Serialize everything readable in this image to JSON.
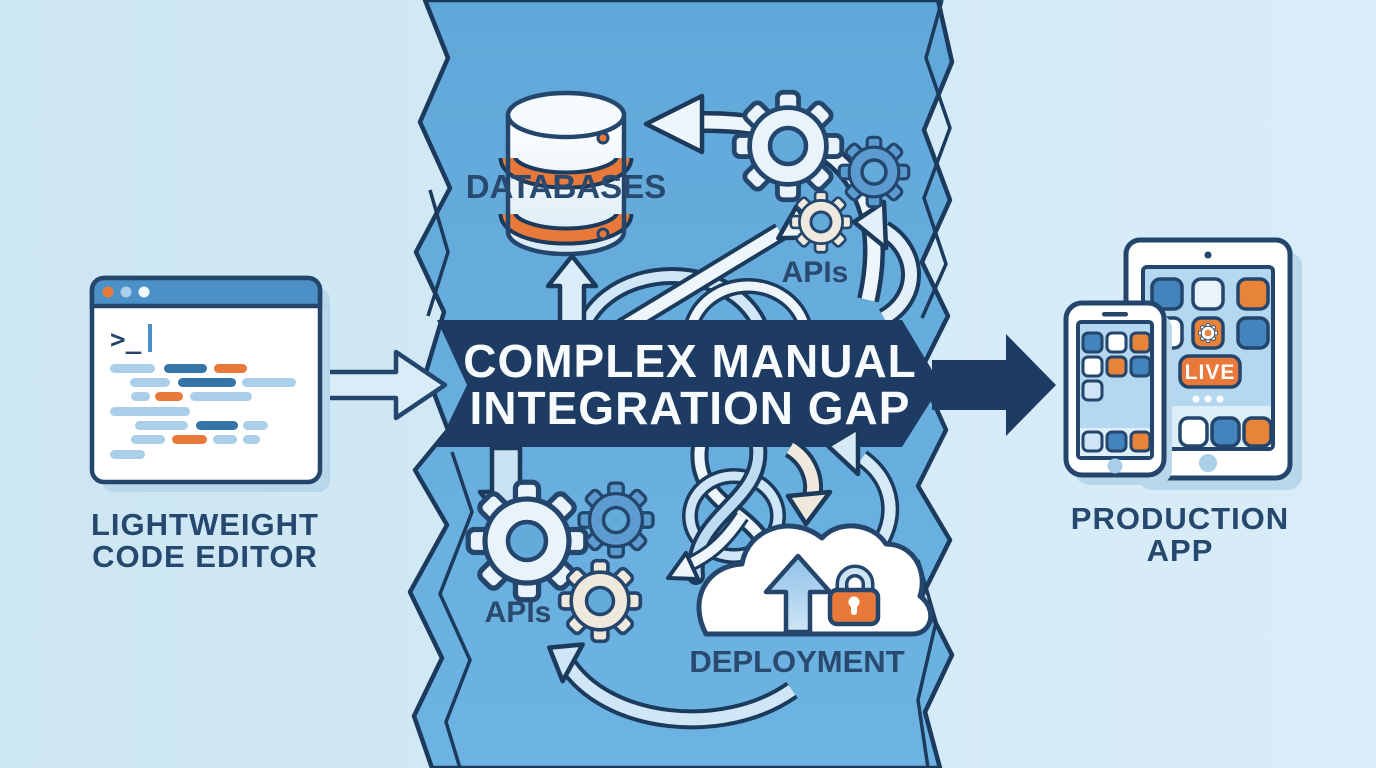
{
  "illustration": {
    "title_banner": {
      "line1": "COMPLEX MANUAL",
      "line2": "INTEGRATION GAP"
    },
    "left_item": {
      "caption_line1": "LIGHTWEIGHT",
      "caption_line2": "CODE EDITOR"
    },
    "right_item": {
      "caption_line1": "PRODUCTION",
      "caption_line2": "APP",
      "live_badge": "LIVE"
    },
    "gap_labels": {
      "databases": "DATABASES",
      "apis_top": "APIs",
      "apis_bottom": "APIs",
      "deployment": "DEPLOYMENT"
    },
    "terminal_prompt": ">_",
    "icons": {
      "terminal": "prompt-cursor",
      "database": "cylinder-stack",
      "gear": "cog-wheel",
      "cloud_upload": "cloud-arrow-up",
      "lock": "padlock",
      "devices": "tablet-and-phone"
    },
    "colors": {
      "background": "#d3e8f5",
      "strip_blue": "#64abdc",
      "navy": "#1e3c63",
      "outline": "#24466d",
      "orange": "#e8793a",
      "light": "#e9f3fb",
      "medium_blue": "#5b9bd0",
      "white": "#ffffff"
    }
  }
}
